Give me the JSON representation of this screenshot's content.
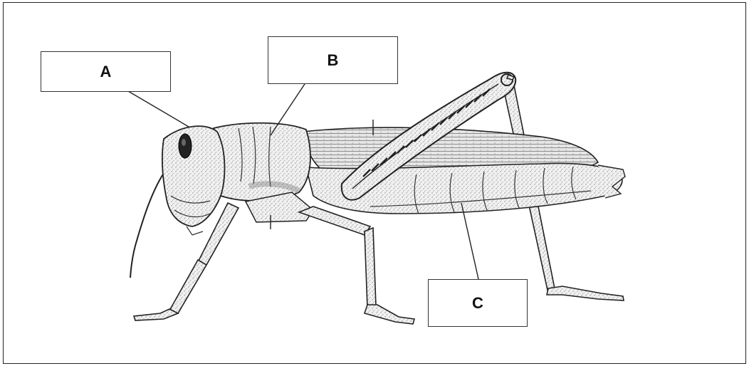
{
  "labels": {
    "a": "A",
    "b": "B",
    "c": "C"
  },
  "colors": {
    "line": "#222222",
    "shading": "#9a9a9a",
    "body_fill": "#efefef",
    "wing_fill": "#e4e4e4"
  }
}
